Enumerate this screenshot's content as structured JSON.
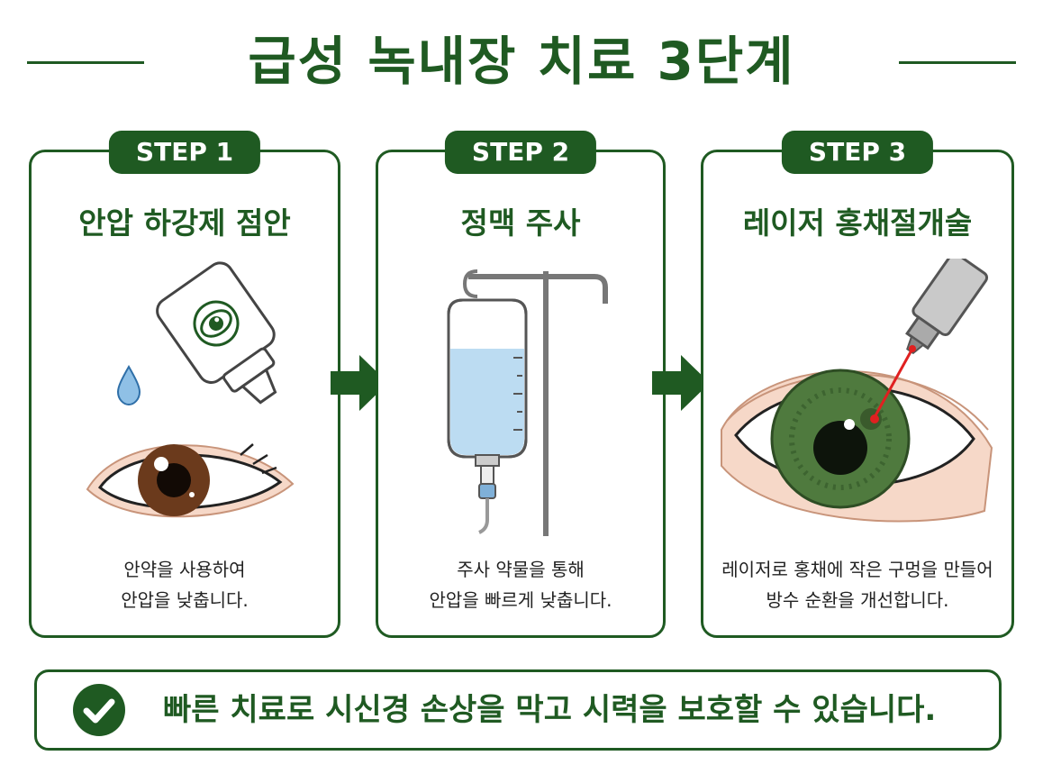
{
  "title": "급성 녹내장 치료 3단계",
  "steps": [
    {
      "badge": "STEP 1",
      "title": "안압 하강제 점안",
      "desc_line1": "안약을 사용하여",
      "desc_line2": "안압을 낮춥니다.",
      "icon": "eye-drops-icon"
    },
    {
      "badge": "STEP 2",
      "title": "정맥 주사",
      "desc_line1": "주사 약물을 통해",
      "desc_line2": "안압을 빠르게 낮춥니다.",
      "icon": "iv-drip-icon"
    },
    {
      "badge": "STEP 3",
      "title": "레이저 홍채절개술",
      "desc_line1": "레이저로 홍채에 작은 구멍을 만들어",
      "desc_line2": "방수 순환을 개선합니다.",
      "icon": "laser-iridotomy-icon"
    }
  ],
  "summary": "빠른 치료로 시신경 손상을 막고 시력을 보호할 수 있습니다.",
  "colors": {
    "primary": "#1f5a22",
    "skin": "#f6d8c8",
    "iris_brown": "#6b3a1c",
    "iris_green": "#4f7a3e",
    "fluid": "#bcdcf2",
    "laser": "#e02020"
  }
}
